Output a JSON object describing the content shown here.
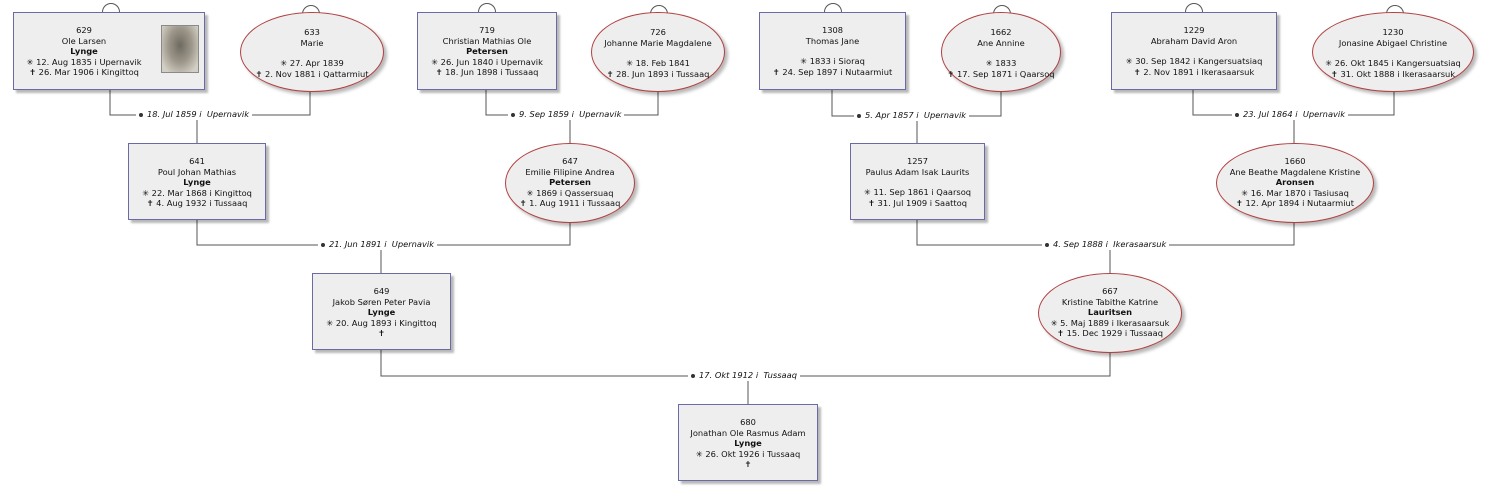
{
  "marriages": [
    {
      "date": "18. Jul 1859",
      "place": "Upernavik"
    },
    {
      "date": "9. Sep 1859",
      "place": "Upernavik"
    },
    {
      "date": "5. Apr 1857",
      "place": "Upernavik"
    },
    {
      "date": "23. Jul 1864",
      "place": "Upernavik"
    },
    {
      "date": "21. Jun 1891",
      "place": "Upernavik"
    },
    {
      "date": "4. Sep 1888",
      "place": "Ikerasaarsuk"
    },
    {
      "date": "17. Okt 1912",
      "place": "Tussaaq"
    }
  ],
  "persons": {
    "p629": {
      "id": "629",
      "given": "Ole Larsen",
      "surname": "Lynge",
      "birth": "✳ 12. Aug 1835 i  Upernavik",
      "death": "✝ 26. Mar 1906 i  Kingittoq"
    },
    "p633": {
      "id": "633",
      "given": "Marie",
      "birth": "✳ 27. Apr 1839",
      "death": "✝ 2. Nov 1881 i  Qattarmiut"
    },
    "p719": {
      "id": "719",
      "given": "Christian Mathias Ole",
      "surname": "Petersen",
      "birth": "✳ 26. Jun 1840 i  Upernavik",
      "death": "✝ 18. Jun 1898 i  Tussaaq"
    },
    "p726": {
      "id": "726",
      "given": "Johanne Marie Magdalene",
      "birth": "✳ 18. Feb 1841",
      "death": "✝ 28. Jun 1893 i  Tussaaq"
    },
    "p1308": {
      "id": "1308",
      "given": "Thomas Jane",
      "birth": "✳ 1833 i  Sioraq",
      "death": "✝ 24. Sep 1897 i  Nutaarmiut"
    },
    "p1662": {
      "id": "1662",
      "given": "Ane Annine",
      "birth": "✳ 1833",
      "death": "✝ 17. Sep 1871 i  Qaarsoq"
    },
    "p1229": {
      "id": "1229",
      "given": "Abraham David Aron",
      "birth": "✳ 30. Sep 1842 i  Kangersuatsiaq",
      "death": "✝ 2. Nov 1891 i  Ikerasaarsuk"
    },
    "p1230": {
      "id": "1230",
      "given": "Jonasine Abigael Christine",
      "birth": "✳ 26. Okt 1845 i  Kangersuatsiaq",
      "death": "✝ 31. Okt 1888 i  Ikerasaarsuk"
    },
    "p641": {
      "id": "641",
      "given": "Poul Johan Mathias",
      "surname": "Lynge",
      "birth": "✳ 22. Mar 1868 i  Kingittoq",
      "death": "✝ 4. Aug 1932 i  Tussaaq"
    },
    "p647": {
      "id": "647",
      "given": "Emilie Filipine Andrea",
      "surname": "Petersen",
      "birth": "✳ 1869 i  Qassersuaq",
      "death": "✝ 1. Aug 1911 i  Tussaaq"
    },
    "p1257": {
      "id": "1257",
      "given": "Paulus Adam Isak Laurits",
      "birth": "✳ 11. Sep 1861 i  Qaarsoq",
      "death": "✝ 31. Jul 1909 i  Saattoq"
    },
    "p1660": {
      "id": "1660",
      "given": "Ane Beathe Magdalene Kristine",
      "surname": "Aronsen",
      "birth": "✳ 16. Mar 1870 i  Tasiusaq",
      "death": "✝ 12. Apr 1894 i  Nutaarmiut"
    },
    "p649": {
      "id": "649",
      "given": "Jakob Søren Peter Pavia",
      "surname": "Lynge",
      "birth": "✳ 20. Aug 1893 i  Kingittoq",
      "death": "✝"
    },
    "p667": {
      "id": "667",
      "given": "Kristine Tabithe Katrine",
      "surname": "Lauritsen",
      "birth": "✳ 5. Maj 1889 i  Ikerasaarsuk",
      "death": "✝ 15. Dec 1929 i  Tussaaq"
    },
    "p680": {
      "id": "680",
      "given": "Jonathan Ole Rasmus Adam",
      "surname": "Lynge",
      "birth": "✳ 26. Okt 1926 i  Tussaaq",
      "death": "✝"
    }
  }
}
